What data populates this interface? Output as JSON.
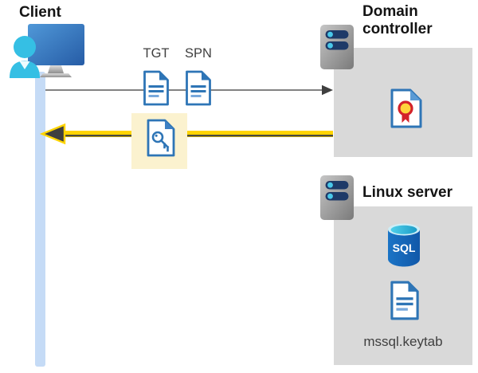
{
  "diagram": {
    "client": {
      "label": "Client"
    },
    "flow": {
      "tgt_label": "TGT",
      "spn_label": "SPN"
    },
    "domain_controller": {
      "label": "Domain controller"
    },
    "linux_server": {
      "label": "Linux server",
      "sql_badge": "SQL",
      "keytab_filename": "mssql.keytab"
    }
  },
  "icons": {
    "client": "user-at-monitor-icon",
    "tgt": "document-icon",
    "spn": "document-icon",
    "reply": "key-ticket-document-icon",
    "domain_controller": "server-icon",
    "certificate": "certificate-icon",
    "linux_server": "server-icon",
    "database": "sql-database-icon",
    "keytab": "document-icon"
  },
  "colors": {
    "highlight_yellow": "#fbf2cf",
    "arrow_gold": "#ffd400",
    "arrow_dark": "#404040",
    "request_arrow_gray": "#595959",
    "panel_gray": "#d9d9d9",
    "doc_blue": "#2e75b6",
    "client_bar_blue": "#c5dbf6",
    "person_cyan": "#35bfe4",
    "server_navy": "#1e3a68",
    "led_cyan": "#49c8ea",
    "sql_blue": "#1566be",
    "cert_red": "#d3222a"
  }
}
